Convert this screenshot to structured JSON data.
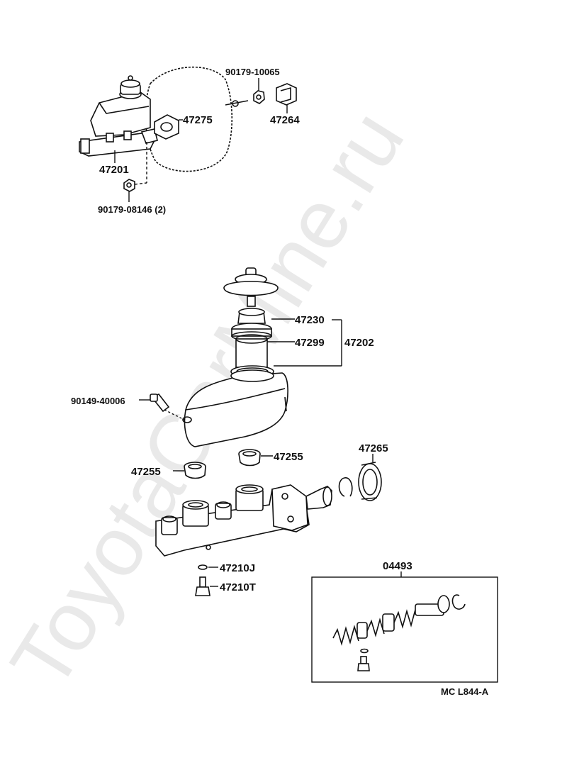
{
  "watermark": "ToyotaCarMine.ru",
  "diagram_code": "MC  L844-A",
  "parts": {
    "nut_top": "90179-10065",
    "gasket": "47275",
    "clevis": "47264",
    "master_cylinder_assy": "47201",
    "nut_bottom": "90179-08146 (2)",
    "grommet_cap_upper": "47230",
    "reservoir_sub": "47299",
    "reservoir_assy": "47202",
    "screw": "90149-40006",
    "grommet_right": "47255",
    "grommet_left": "47255",
    "seal_ring": "47265",
    "gasket_j": "47210J",
    "union_bolt": "47210T",
    "kit": "04493"
  }
}
